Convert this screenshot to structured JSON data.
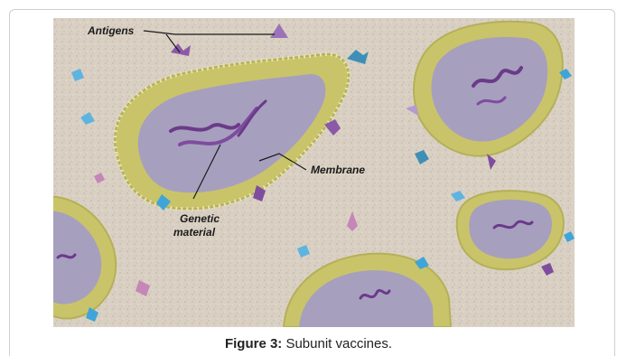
{
  "figure": {
    "labels": {
      "antigens": "Antigens",
      "membrane": "Membrane",
      "genetic_line1": "Genetic",
      "genetic_line2": "material"
    },
    "caption_prefix": "Figure 3:",
    "caption_text": " Subunit vaccines."
  }
}
